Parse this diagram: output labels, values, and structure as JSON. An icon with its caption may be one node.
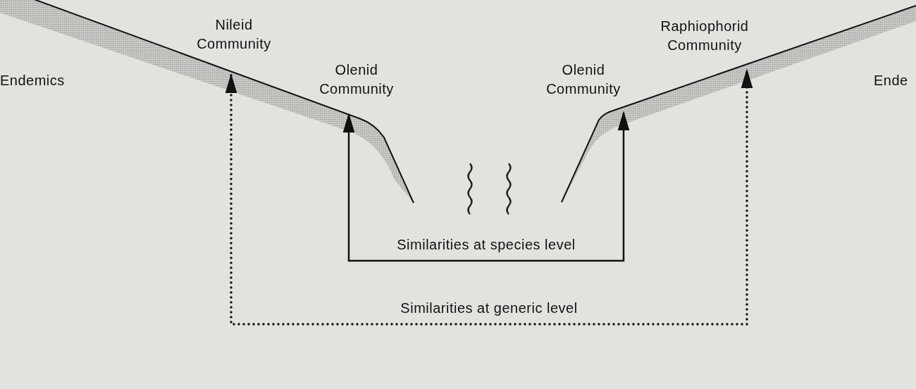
{
  "diagram": {
    "nodes": [
      {
        "text": [
          "Nileid Community"
        ]
      },
      {
        "text": [
          "Olenid Community"
        ]
      },
      {
        "text": [
          "Olenid Community"
        ]
      },
      {
        "text": [
          "Raphiophorid Community"
        ]
      }
    ],
    "edges": [
      {
        "from": 1,
        "to": 2,
        "arrow": "both",
        "label": "Similarities at species level"
      },
      {
        "from": 0,
        "to": 3,
        "arrow": "both",
        "label": "Similarities at generic level",
        "style": "dashed"
      }
    ],
    "labels": [
      "Endemics",
      "Ende"
    ]
  }
}
